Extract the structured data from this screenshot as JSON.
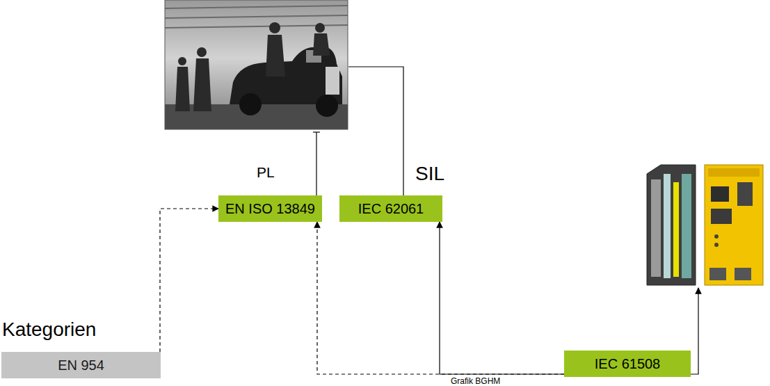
{
  "diagram": {
    "nodes": [
      {
        "text": [
          "EN ISO 13849"
        ]
      },
      {
        "text": [
          "IEC 62061"
        ]
      },
      {
        "text": [
          "EN 954"
        ]
      },
      {
        "text": [
          "IEC 61508"
        ]
      }
    ],
    "edges": [
      {
        "from": 2,
        "to": 0,
        "arrow": "to"
      },
      {
        "from": 3,
        "to": 0,
        "arrow": "to"
      },
      {
        "from": 3,
        "to": 1,
        "arrow": "to"
      }
    ],
    "labels": [
      "PL",
      "SIL",
      "Kategorien",
      "Grafik BGHM"
    ]
  }
}
